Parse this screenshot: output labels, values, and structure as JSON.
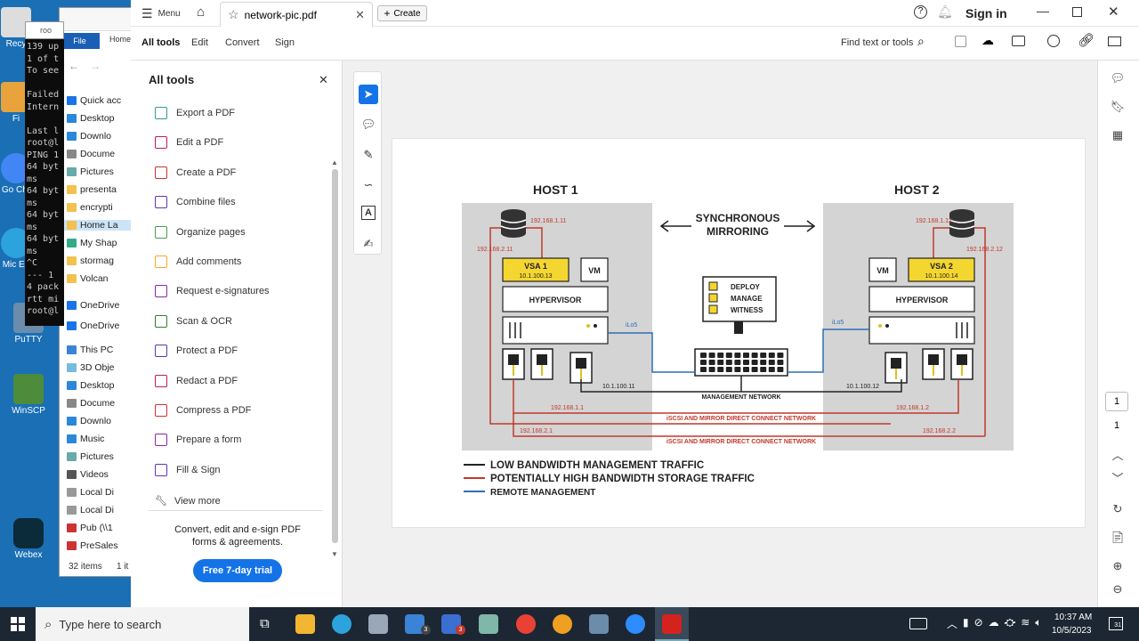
{
  "desktop": {
    "icons": [
      "Recy",
      "Fi",
      "Go Chr",
      "Mic Ed",
      "PuTTY",
      "WinSCP",
      "Webex"
    ]
  },
  "terminal": {
    "lines": [
      "139 up",
      "1 of t",
      "To see",
      "",
      "Failed",
      "Intern",
      "",
      "Last l",
      "root@l",
      "PING 1",
      "64 byt",
      "ms",
      "64 byt",
      "ms",
      "64 byt",
      "ms",
      "64 byt",
      "ms",
      "^C",
      "--- 1",
      "4 pack",
      "rtt mi",
      "root@l"
    ]
  },
  "explorer": {
    "ribbon_file": "File",
    "ribbon_home": "Home",
    "addr_fragment": "roo",
    "nav": [
      "Quick acc",
      "Desktop",
      "Downlo",
      "Docume",
      "Pictures",
      "presenta",
      "encrypti",
      "Home La",
      "My Shap",
      "stormag",
      "Volcan",
      "OneDrive",
      "OneDrive",
      "This PC",
      "3D Obje",
      "Desktop",
      "Docume",
      "Downlo",
      "Music",
      "Pictures",
      "Videos",
      "Local Di",
      "Local Di",
      "Pub (\\\\1",
      "PreSales"
    ],
    "status_items": "32 items",
    "status_sel": "1 it"
  },
  "acrobat": {
    "menu_label": "Menu",
    "doc_tab": "network-pic.pdf",
    "create_label": "Create",
    "sign_in": "Sign in",
    "tabs": [
      "All tools",
      "Edit",
      "Convert",
      "Sign"
    ],
    "find": "Find text or tools",
    "panel": {
      "title": "All tools",
      "tools": [
        {
          "label": "Export a PDF",
          "color": "#2a9d8f"
        },
        {
          "label": "Edit a PDF",
          "color": "#c2185b"
        },
        {
          "label": "Create a PDF",
          "color": "#d32f2f"
        },
        {
          "label": "Combine files",
          "color": "#5e35b1"
        },
        {
          "label": "Organize pages",
          "color": "#43a047"
        },
        {
          "label": "Add comments",
          "color": "#f9a825"
        },
        {
          "label": "Request e-signatures",
          "color": "#8e24aa"
        },
        {
          "label": "Scan & OCR",
          "color": "#2e7d32"
        },
        {
          "label": "Protect a PDF",
          "color": "#5e35b1"
        },
        {
          "label": "Redact a PDF",
          "color": "#c2185b"
        },
        {
          "label": "Compress a PDF",
          "color": "#d32f2f"
        },
        {
          "label": "Prepare a form",
          "color": "#8e24aa"
        },
        {
          "label": "Fill & Sign",
          "color": "#5e35b1"
        }
      ],
      "view_more": "View more",
      "promo": "Convert, edit and e-sign PDF forms & agreements.",
      "trial": "Free 7-day trial"
    },
    "page_num": "1",
    "page_total": "1"
  },
  "diagram": {
    "host1": "HOST 1",
    "host2": "HOST 2",
    "sync": "SYNCHRONOUS\nMIRRORING",
    "vsa1": "VSA 1",
    "vsa1_ip": "10.1.100.13",
    "vsa2": "VSA 2",
    "vsa2_ip": "10.1.100.14",
    "vm": "VM",
    "hypervisor": "HYPERVISOR",
    "ip_h1_top": "192.168.1.11",
    "ip_h1_side": "192.168.2.11",
    "ip_h2_top": "192.168.1.12",
    "ip_h2_side": "192.168.2.12",
    "ilo": "iLo5",
    "mgmt_ip1": "10.1.100.11",
    "mgmt_ip2": "10.1.100.12",
    "mgmt_net": "MANAGEMENT NETWORK",
    "iscsi1_l": "192.168.1.1",
    "iscsi1_r": "192.168.1.2",
    "iscsi2_l": "192.168.2.1",
    "iscsi2_r": "192.168.2.2",
    "iscsi_label": "iSCSI AND MIRROR DIRECT CONNECT NETWORK",
    "check1": "DEPLOY",
    "check2": "MANAGE",
    "check3": "WITNESS",
    "legend": [
      {
        "label": "LOW BANDWIDTH MANAGEMENT TRAFFIC",
        "color": "#222222"
      },
      {
        "label": "POTENTIALLY HIGH BANDWIDTH STORAGE TRAFFIC",
        "color": "#c0392b"
      },
      {
        "label": "REMOTE MANAGEMENT",
        "color": "#2c6fb5"
      }
    ]
  },
  "taskbar": {
    "search": "Type here to search",
    "time": "10:37 AM",
    "date": "10/5/2023",
    "badge_mail": "3",
    "badge_chat": "3",
    "notif": "31"
  }
}
